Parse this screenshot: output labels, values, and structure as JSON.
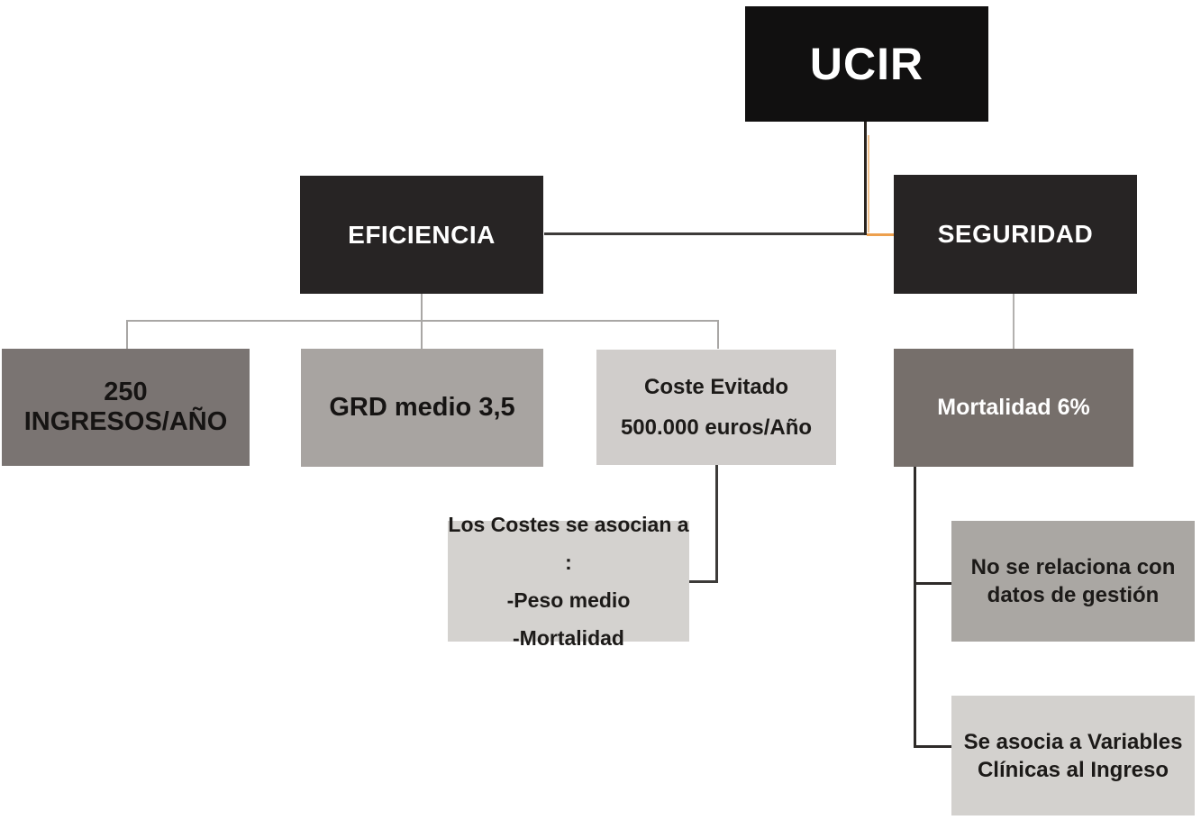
{
  "diagram": {
    "title": "UCIR organisational diagram",
    "nodes": {
      "ucir": {
        "label": "UCIR"
      },
      "eficiencia": {
        "label": "EFICIENCIA"
      },
      "seguridad": {
        "label": "SEGURIDAD"
      },
      "ingresos": {
        "label": "250 INGRESOS/AÑO"
      },
      "grd": {
        "label": "GRD medio 3,5"
      },
      "coste": {
        "line1": "Coste Evitado",
        "line2": "500.000 euros/Año"
      },
      "mortalidad": {
        "label": "Mortalidad 6%"
      },
      "costes_asocian": {
        "line1": "Los Costes se asocian a :",
        "line2": "-Peso medio",
        "line3": "-Mortalidad"
      },
      "no_relaciona": {
        "line1": "No se relaciona con",
        "line2": "datos de gestión"
      },
      "se_asocia": {
        "line1": "Se asocia a Variables",
        "line2": "Clínicas al Ingreso"
      }
    },
    "edges": [
      {
        "from": "ucir",
        "to": "eficiencia"
      },
      {
        "from": "ucir",
        "to": "seguridad"
      },
      {
        "from": "eficiencia",
        "to": "ingresos"
      },
      {
        "from": "eficiencia",
        "to": "grd"
      },
      {
        "from": "eficiencia",
        "to": "coste"
      },
      {
        "from": "seguridad",
        "to": "mortalidad"
      },
      {
        "from": "coste",
        "to": "costes_asocian"
      },
      {
        "from": "mortalidad",
        "to": "no_relaciona"
      },
      {
        "from": "mortalidad",
        "to": "se_asocia"
      }
    ],
    "colors": {
      "node_black": "#111010",
      "node_branch_black": "#272424",
      "node_dark_gray": "#7a7472",
      "node_mid_gray": "#a8a4a1",
      "node_light_gray": "#d0cdcb",
      "node_mortalidad_gray": "#766f6b",
      "node_gestion_gray": "#aaa7a3",
      "connector_dark": "#3d3b39",
      "connector_light": "#a9a7a5",
      "connector_orange": "#eda04e",
      "text_light": "#ffffff",
      "text_dark": "#1c1a18",
      "background": "#ffffff"
    }
  }
}
